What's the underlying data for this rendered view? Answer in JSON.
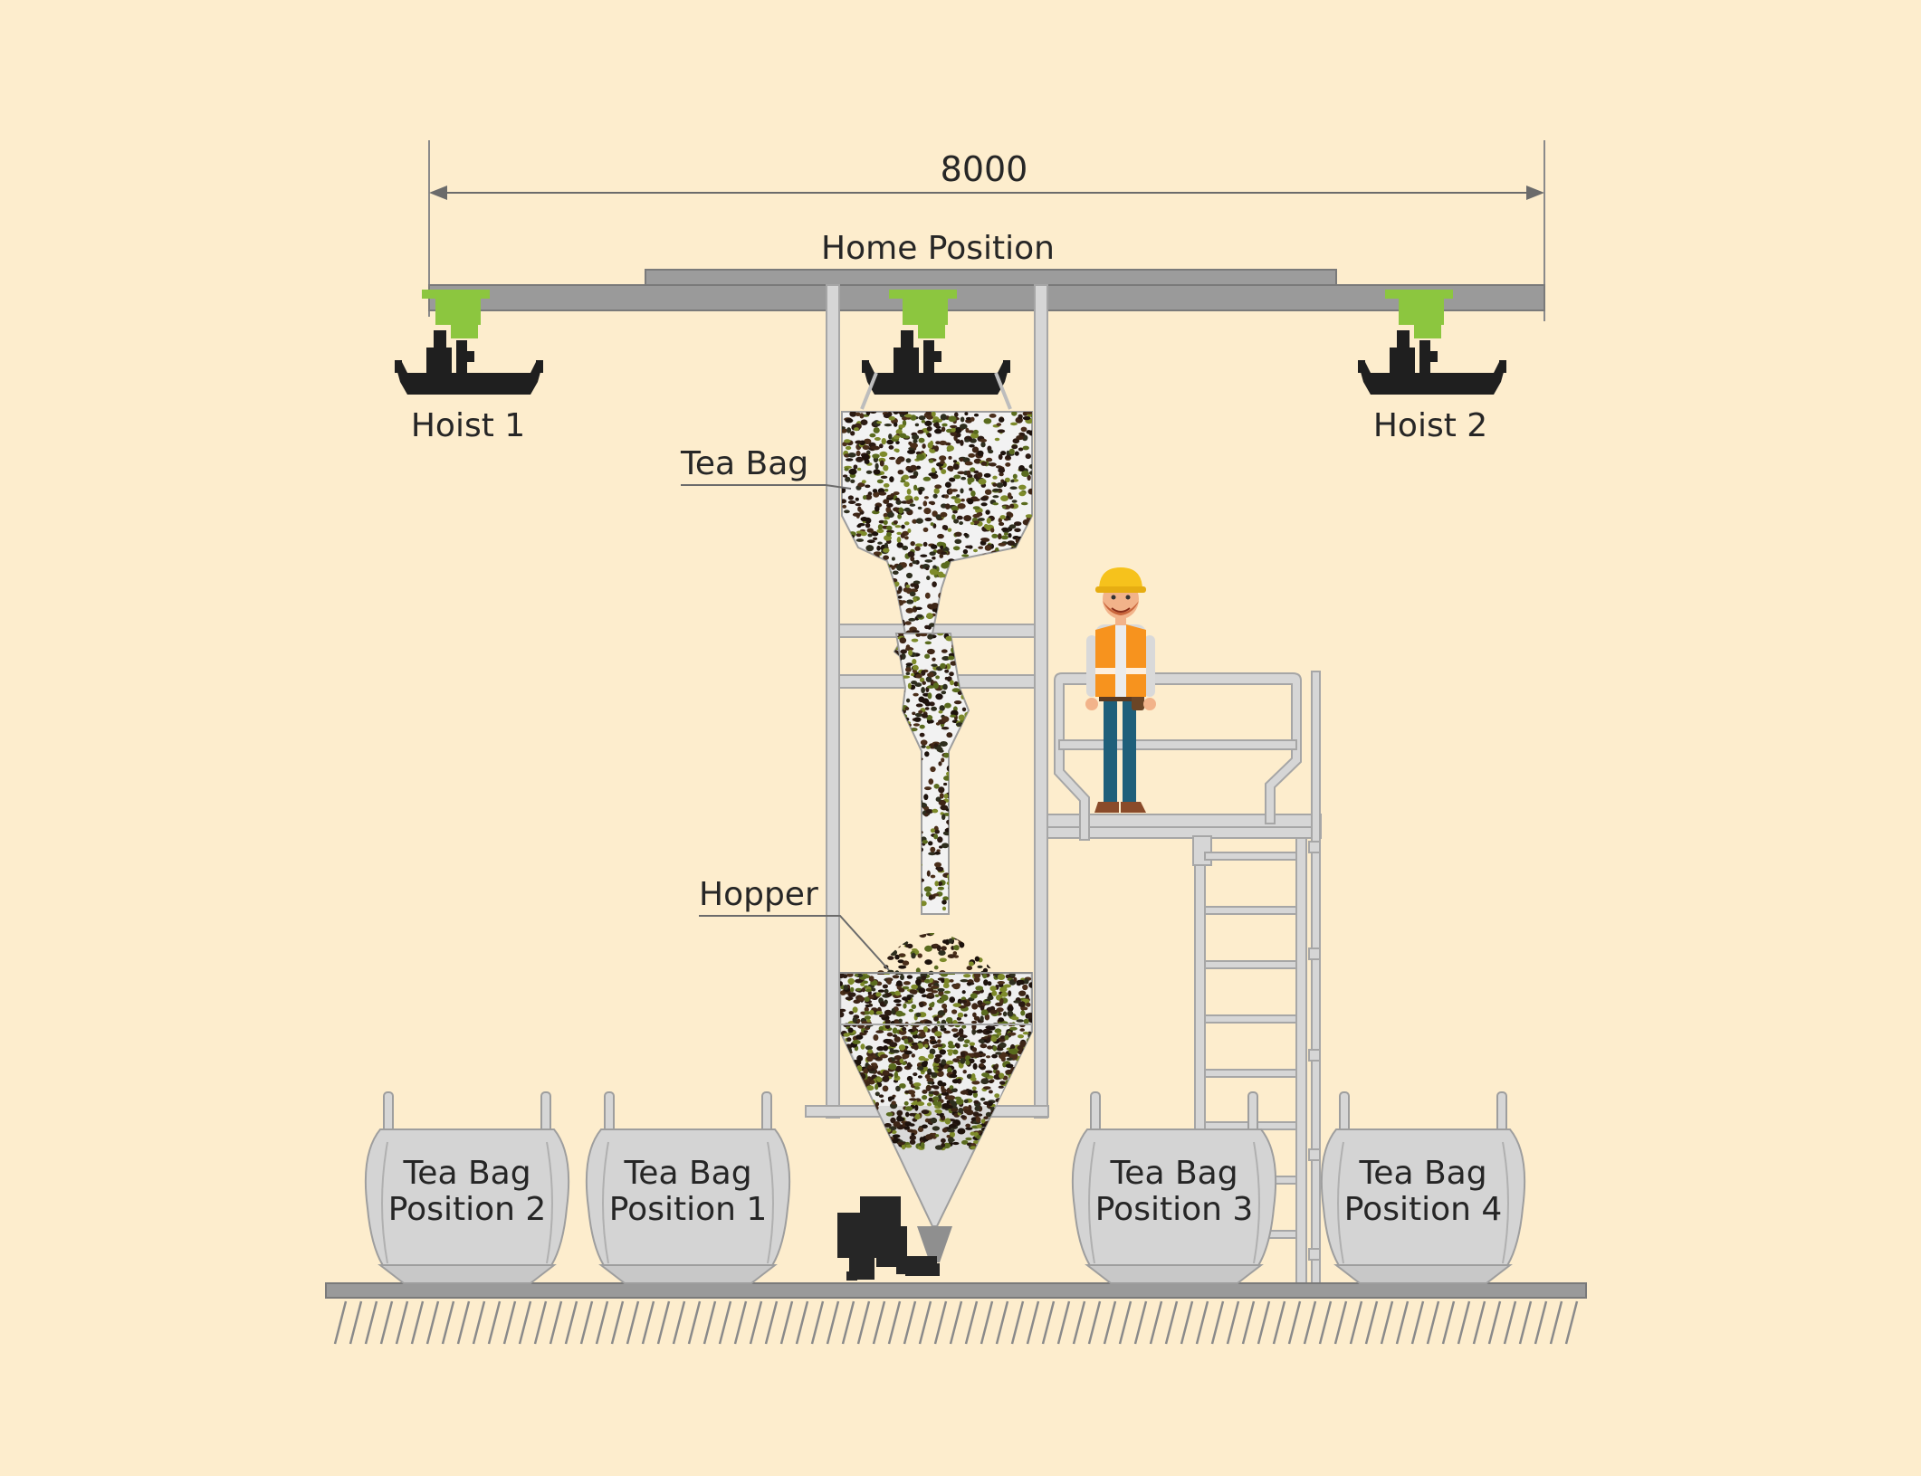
{
  "dimension": {
    "value": "8000"
  },
  "labels": {
    "home_position": "Home Position",
    "hoist_1": "Hoist 1",
    "hoist_2": "Hoist 2",
    "tea_bag": "Tea Bag",
    "hopper": "Hopper"
  },
  "bags": [
    {
      "line1": "Tea Bag",
      "line2": "Position 2"
    },
    {
      "line1": "Tea Bag",
      "line2": "Position 1"
    },
    {
      "line1": "Tea Bag",
      "line2": "Position 3"
    },
    {
      "line1": "Tea Bag",
      "line2": "Position 4"
    }
  ],
  "colors": {
    "background": "#fdedcd",
    "steel": "#a6a6a6",
    "frame": "#d6d6d6",
    "hoist_trolley": "#8cc63f",
    "hoist_body": "#1f1f1f",
    "text": "#262626"
  }
}
